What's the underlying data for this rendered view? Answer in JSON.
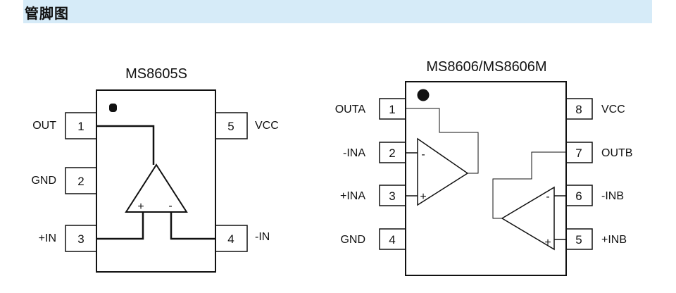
{
  "header": {
    "title": "管脚图"
  },
  "chip1": {
    "title": "MS8605S",
    "pins": [
      {
        "num": "1",
        "label": "OUT"
      },
      {
        "num": "2",
        "label": "GND"
      },
      {
        "num": "3",
        "label": "+IN"
      },
      {
        "num": "4",
        "label": "-IN"
      },
      {
        "num": "5",
        "label": "VCC"
      }
    ],
    "opamp": {
      "plus": "+",
      "minus": "-"
    }
  },
  "chip2": {
    "title": "MS8606/MS8606M",
    "pins": [
      {
        "num": "1",
        "label": "OUTA"
      },
      {
        "num": "2",
        "label": "-INA"
      },
      {
        "num": "3",
        "label": "+INA"
      },
      {
        "num": "4",
        "label": "GND"
      },
      {
        "num": "5",
        "label": "+INB"
      },
      {
        "num": "6",
        "label": "-INB"
      },
      {
        "num": "7",
        "label": "OUTB"
      },
      {
        "num": "8",
        "label": "VCC"
      }
    ],
    "opampA": {
      "plus": "+",
      "minus": "-"
    },
    "opampB": {
      "plus": "+",
      "minus": "-"
    }
  }
}
